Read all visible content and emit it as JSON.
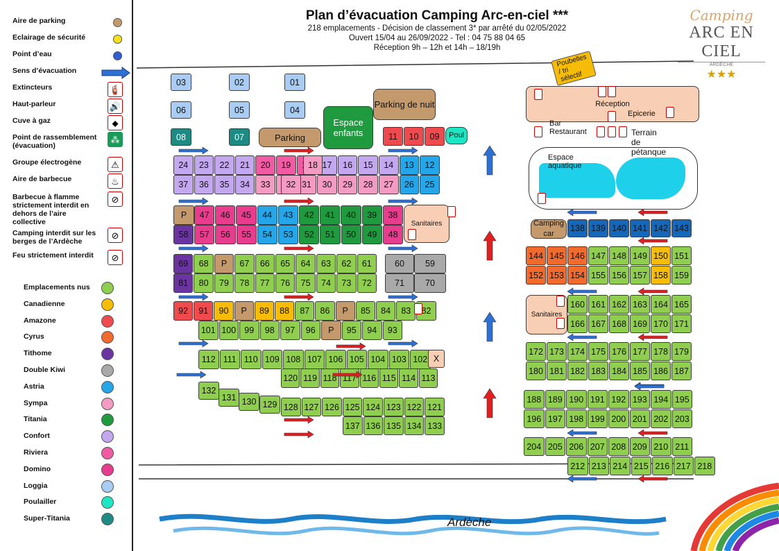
{
  "header": {
    "title": "Plan d’évacuation Camping Arc-en-ciel ***",
    "line1": "218 emplacements - Décision de classement 3* par arrêté du 02/05/2022",
    "line2": "Ouvert 15/04 au 26/09/2022 - Tel : 04 75 88 04 65",
    "line3": "Réception 9h – 12h et 14h – 18/19h"
  },
  "logo": {
    "script": "Camping",
    "name": "ARC EN CIEL",
    "sub": "ARDÈCHE",
    "stars": "★★★"
  },
  "legend_symbols": [
    {
      "label": "Aire de parking",
      "color": "#c49a6c",
      "icon": "brown-dot"
    },
    {
      "label": "Eclairage de sécurité",
      "color": "#f5e11a",
      "icon": "yellow-dot"
    },
    {
      "label": "Point d’eau",
      "color": "#2f5fd0",
      "icon": "blue-dot"
    },
    {
      "label": "Sens d’évacuation",
      "color": "#2e6fd3",
      "icon": "blue-arrow"
    },
    {
      "label": "Extincteurs",
      "icon": "extinguisher-icon"
    },
    {
      "label": "Haut-parleur",
      "icon": "speaker-icon"
    },
    {
      "label": "Cuve à gaz",
      "icon": "gas-tank-icon"
    },
    {
      "label": "Point de rassemblement (évacuation)",
      "icon": "assembly-point-icon"
    },
    {
      "label": "Groupe électrogène",
      "icon": "generator-icon"
    },
    {
      "label": "Aire de barbecue",
      "icon": "barbecue-icon"
    },
    {
      "label": "Barbecue à flamme strictement interdit en dehors de l’aire collective",
      "icon": "no-barbecue-icon"
    },
    {
      "label": "Camping interdit sur les berges de l’Ardèche",
      "icon": "no-camping-icon"
    },
    {
      "label": "Feu strictement interdit",
      "icon": "no-fire-icon"
    }
  ],
  "legend_types": [
    {
      "label": "Emplacements nus",
      "color": "#8fce4e"
    },
    {
      "label": "Canadienne",
      "color": "#f7bd06"
    },
    {
      "label": "Amazone",
      "color": "#ef4a4e"
    },
    {
      "label": "Cyrus",
      "color": "#f26a2c"
    },
    {
      "label": "Tithome",
      "color": "#6a35a0"
    },
    {
      "label": "Double Kiwi",
      "color": "#a9a9a9"
    },
    {
      "label": "Astria",
      "color": "#24a6e8"
    },
    {
      "label": "Sympa",
      "color": "#f39bc2"
    },
    {
      "label": "Titania",
      "color": "#1f9a3f"
    },
    {
      "label": "Confort",
      "color": "#c3a8ef"
    },
    {
      "label": "Riviera",
      "color": "#f25aa4"
    },
    {
      "label": "Domino",
      "color": "#e83c8e"
    },
    {
      "label": "Loggia",
      "color": "#a8ccf3"
    },
    {
      "label": "Poulailler",
      "color": "#1ee6c4"
    },
    {
      "label": "Super-Titania",
      "color": "#1d8a84"
    }
  ],
  "colors": {
    "nu": "#8fce4e",
    "cana": "#f7bd06",
    "amaz": "#ef4a4e",
    "cyrus": "#f26a2c",
    "tith": "#6a35a0",
    "kiwi": "#a9a9a9",
    "astria": "#24a6e8",
    "sympa": "#f39bc2",
    "titania": "#1f9a3f",
    "confort": "#c3a8ef",
    "riviera": "#f25aa4",
    "domino": "#e83c8e",
    "loggia": "#a8ccf3",
    "poul": "#1ee6c4",
    "super": "#1d8a84",
    "parking": "#c49a6c",
    "sanitaires": "#f8cfb4",
    "domino2": "#1567b9"
  },
  "zones": {
    "parking": "Parking",
    "parking_nuit": "Parking de nuit",
    "espace_enfants": "Espace enfants",
    "poul": "Poul",
    "reception": "Réception",
    "bar": "Bar Restaurant",
    "epicerie": "Epicerie",
    "petanque": "Terrain de pétanque",
    "espace_aquatique": "Espace aquatique",
    "camping_car": "Camping car",
    "sanitaires": "Sanitaires",
    "poubelles": "Poubelles / tri sélectif",
    "riviere": "Ardèche",
    "parking_p": "P",
    "x_mark": "X"
  }
}
